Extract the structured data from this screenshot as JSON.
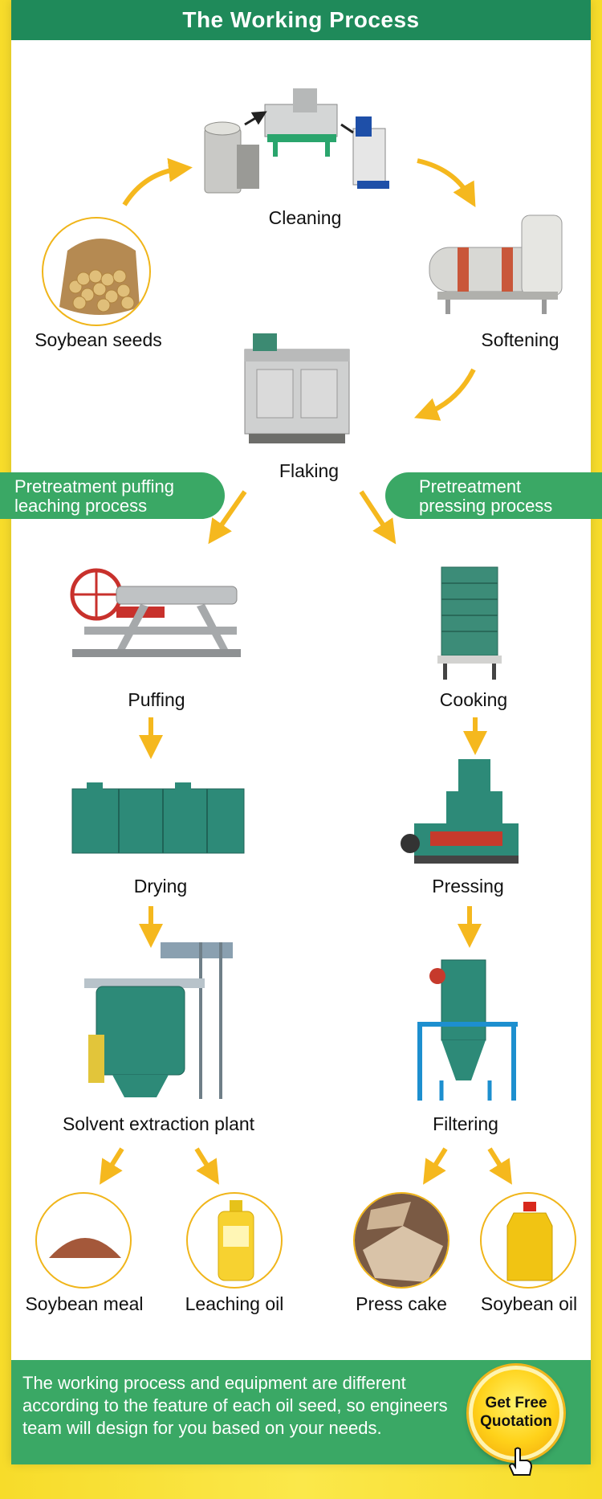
{
  "header": {
    "title": "The Working Process"
  },
  "steps": {
    "cleaning": "Cleaning",
    "soybean_seeds": "Soybean seeds",
    "softening": "Softening",
    "flaking": "Flaking",
    "puffing": "Puffing",
    "cooking": "Cooking",
    "drying": "Drying",
    "pressing": "Pressing",
    "solvent_extraction": "Solvent extraction plant",
    "filtering": "Filtering"
  },
  "branches": {
    "left": "Pretreatment puffing leaching process",
    "right": "Pretreatment pressing process"
  },
  "products": {
    "soybean_meal": "Soybean meal",
    "leaching_oil": "Leaching oil",
    "press_cake": "Press cake",
    "soybean_oil": "Soybean oil"
  },
  "footer": {
    "text": "The working process and equipment are different according to the feature of each oil seed, so engineers team will design for you based on your needs.",
    "cta_label": "Get Free Quotation"
  },
  "colors": {
    "header_green": "#1f8a5a",
    "accent_green": "#3aa865",
    "arrow_yellow": "#f5b81e",
    "machine_green": "#2f8f7a"
  }
}
